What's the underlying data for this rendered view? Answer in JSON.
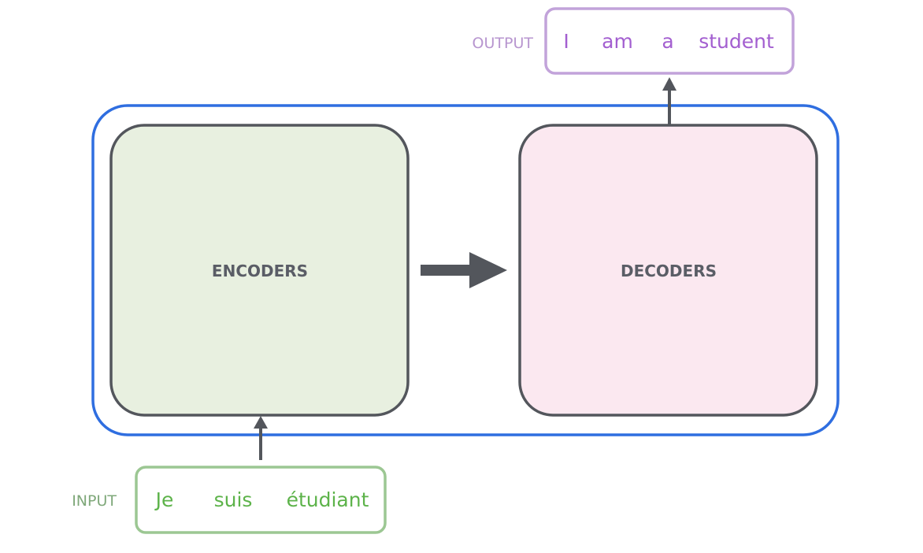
{
  "encoder_block": {
    "label": "ENCODERS",
    "fill": "#e8f0e0",
    "stroke": "#53565c"
  },
  "decoder_block": {
    "label": "DECODERS",
    "fill": "#fbe8f0",
    "stroke": "#53565c"
  },
  "container": {
    "stroke": "#2f6ee0"
  },
  "input": {
    "label": "INPUT",
    "words": [
      "Je",
      "suis",
      "étudiant"
    ],
    "color": "#5db34a",
    "label_color": "#7fa87a",
    "box_stroke": "#9cc793"
  },
  "output": {
    "label": "OUTPUT",
    "words": [
      "I",
      "am",
      "a",
      "student"
    ],
    "color": "#a35fd0",
    "label_color": "#b795cf",
    "box_stroke": "#c2a3da"
  },
  "arrow_color": "#53565c"
}
